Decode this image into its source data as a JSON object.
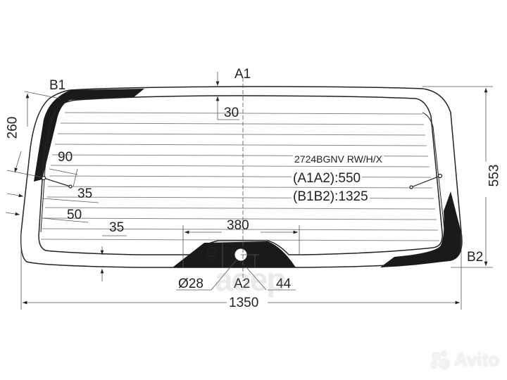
{
  "drawing": {
    "title_code": "2724BGNV RW/H/X",
    "spec_a1a2": "(A1A2):550",
    "spec_b1b2": "(B1B2):1325",
    "points": {
      "a1": "A1",
      "a2": "A2",
      "b1": "B1",
      "b2": "B2"
    },
    "dimensions": {
      "overall_width": "1350",
      "overall_height": "553",
      "left_height": "260",
      "top_border": "30",
      "wiper_offset": "90",
      "wiper_gap": "35",
      "side_border": "50",
      "bottom_border": "35",
      "cutout_width": "380",
      "cutout_height": "90",
      "hole_diameter": "Ø28",
      "hole_offset": "44"
    },
    "colors": {
      "line": "#222222",
      "frit": "#1a1a1a",
      "grid": "#888888",
      "background": "#ffffff"
    }
  },
  "watermarks": {
    "site": "Avito",
    "faint": "aoep"
  }
}
